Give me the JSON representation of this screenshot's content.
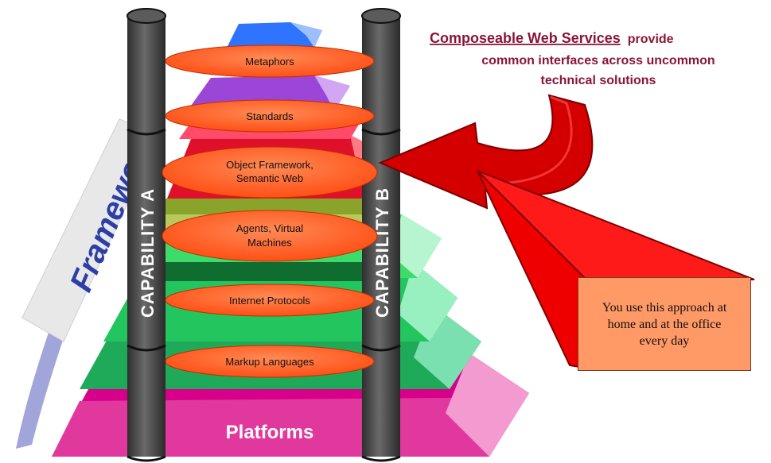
{
  "caption": {
    "title": "Composeable Web Services",
    "line1_suffix": "provide",
    "line2": "common interfaces across uncommon",
    "line3": "technical solutions"
  },
  "layers": {
    "metaphors": "Metaphors",
    "standards": "Standards",
    "object_framework_line1": "Object Framework,",
    "object_framework_line2": "Semantic Web",
    "agents_line1": "Agents, Virtual",
    "agents_line2": "Machines",
    "internet_protocols": "Internet Protocols",
    "markup_languages": "Markup Languages",
    "platforms": "Platforms"
  },
  "capabilities": {
    "a": "CAPABILITY A",
    "b": "CAPABILITY B"
  },
  "framework_label": "Framework",
  "note": "You use this approach at home and at the office every day",
  "colors": {
    "oval_fill": "#ff5a1f",
    "pillar": "#555555",
    "caption": "#8a1538",
    "note_box": "#ff9966",
    "arrow": "#cc0000"
  }
}
